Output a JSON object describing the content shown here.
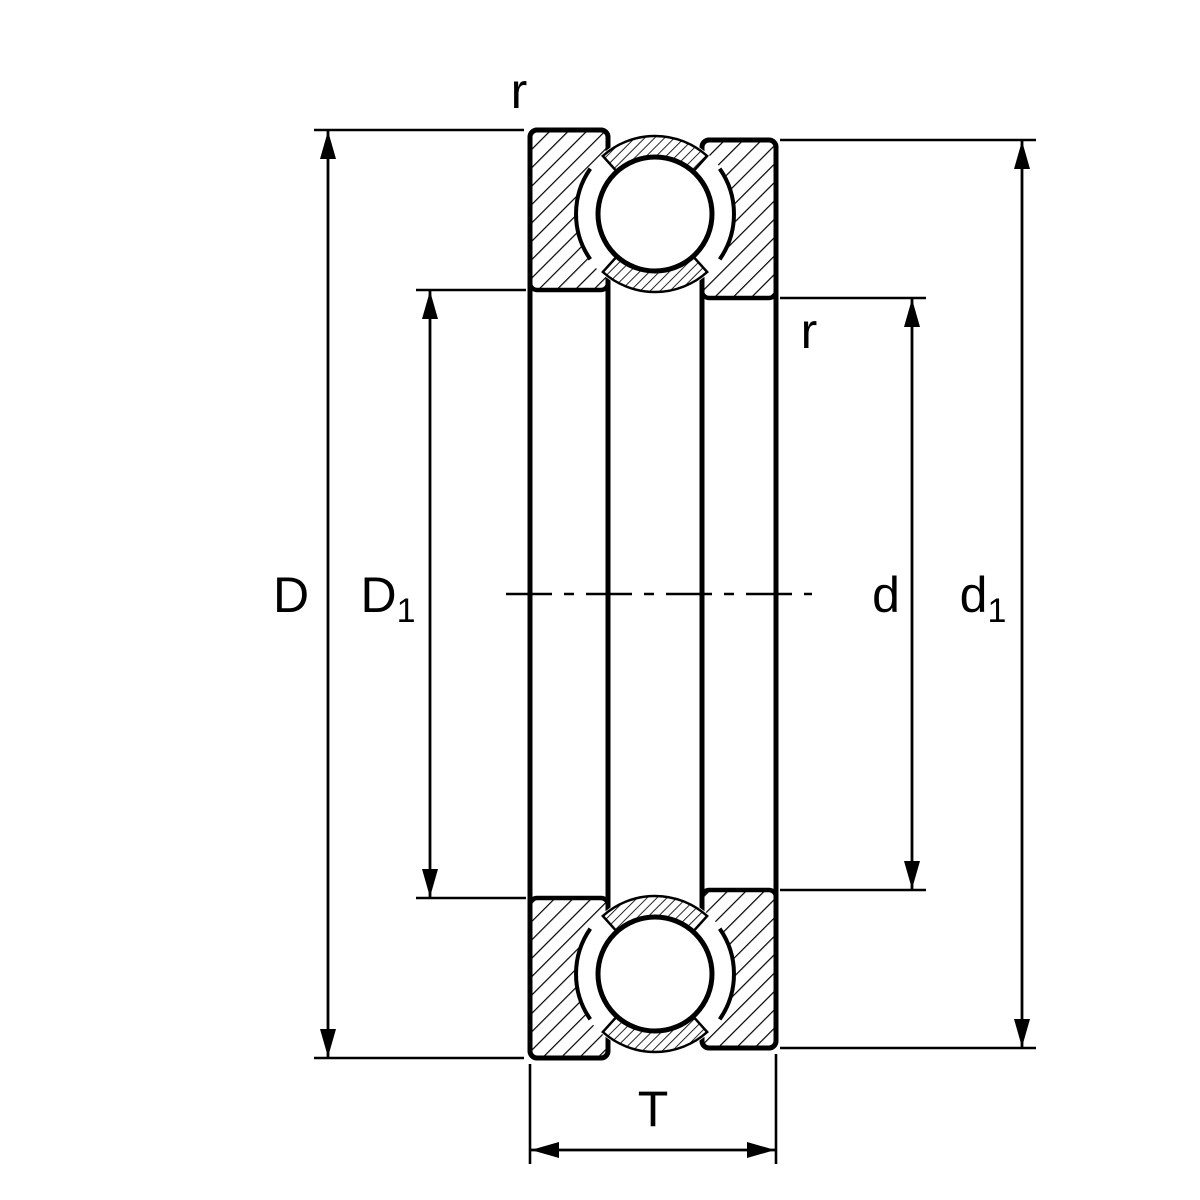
{
  "diagram": {
    "subject": "axial-thrust-ball-bearing-cross-section",
    "colors": {
      "line": "#000000",
      "background": "#ffffff"
    },
    "labels": {
      "outer_diameter": "D",
      "washer_bore_main": "D",
      "washer_bore_sub": "1",
      "shaft_bore": "d",
      "shaft_od_main": "d",
      "shaft_od_sub": "1",
      "height": "T",
      "radius_top": "r",
      "radius_inner": "r"
    }
  }
}
